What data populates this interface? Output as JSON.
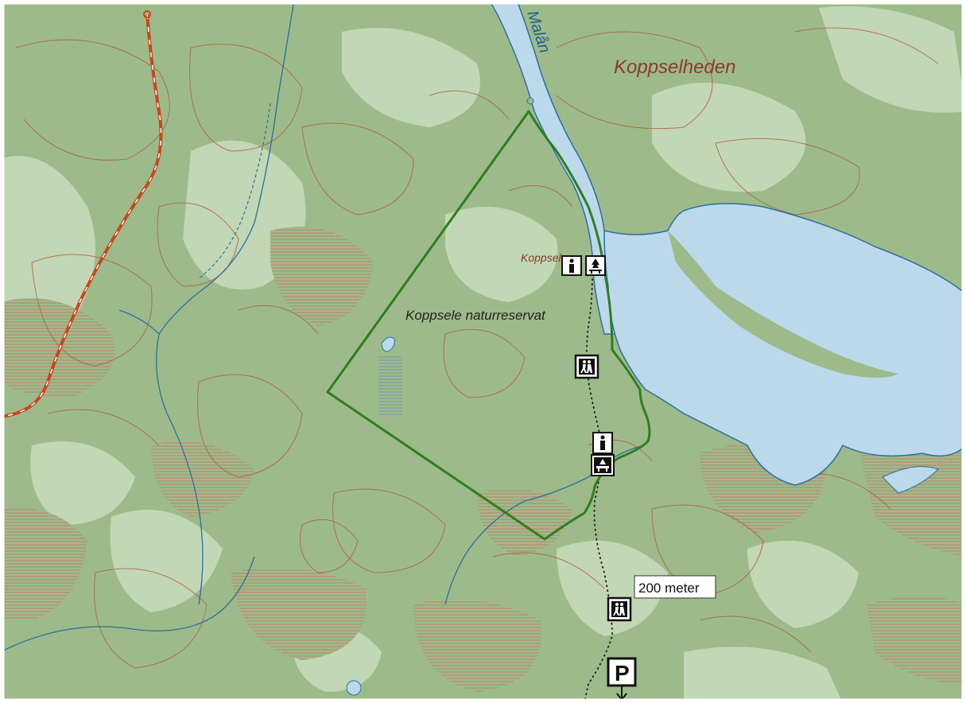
{
  "map": {
    "labels": {
      "river": "Malån",
      "area": "Koppselheden",
      "place": "Koppsele",
      "reserve": "Koppsele naturreservat"
    },
    "scale_bar": {
      "label": "200 meter"
    },
    "icons": {
      "parking": "P",
      "info": "information-icon",
      "picnic": "picnic-table-icon",
      "hiker": "hiking-trail-icon",
      "shelter": "wind-shelter-icon"
    },
    "colors": {
      "forest": "#9dbb8a",
      "forest_light": "#c9dcbd",
      "open_land": "#e6eedf",
      "contour": "#b05a3a",
      "water": "#bcd9ec",
      "water_edge": "#2b6f9e",
      "reserve_border": "#2f7d1e",
      "road": "#c8461e",
      "bog_stripes": "#c0826a",
      "text_dark": "#222222",
      "text_brown": "#8b3a2a",
      "text_blue": "#1f5f8f"
    }
  }
}
